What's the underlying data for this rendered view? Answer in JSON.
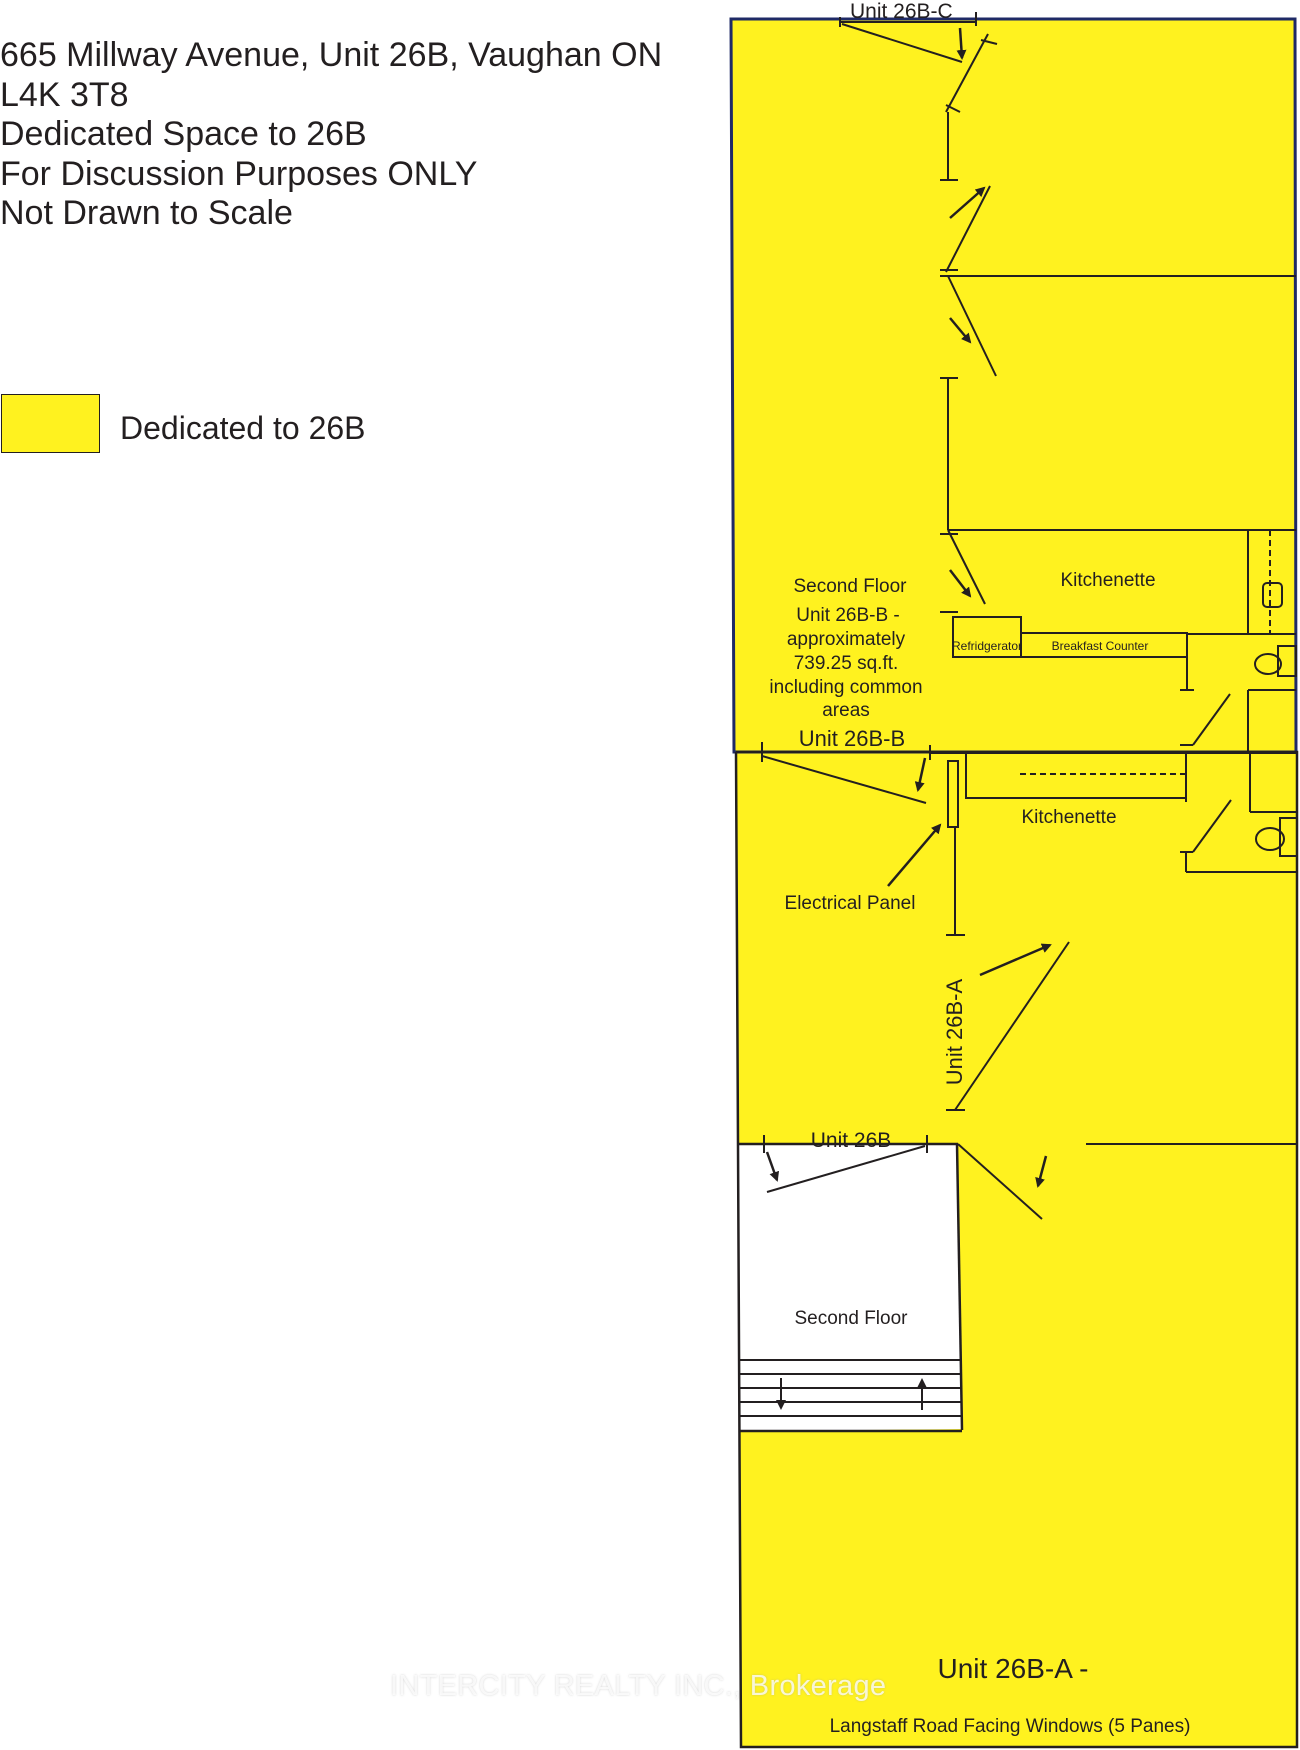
{
  "header": {
    "line1": "665 Millway Avenue, Unit 26B, Vaughan ON",
    "line2": "L4K 3T8",
    "line3": "Dedicated Space to 26B",
    "line4": "For Discussion Purposes ONLY",
    "line5": "Not Drawn to Scale"
  },
  "legend": {
    "label": "Dedicated to 26B",
    "color": "#fff21f"
  },
  "colors": {
    "dedicated": "#fff21f",
    "not_dedicated": "#ffffff",
    "outline": "#1f2a66",
    "lines": "#231f20"
  },
  "labels": {
    "unit_26b_c": "Unit  26B-C",
    "second_floor_b": "Second Floor",
    "unit_26b_b_desc1": "Unit 26B-B -",
    "unit_26b_b_desc2": "approximately",
    "unit_26b_b_desc3": "739.25 sq.ft.",
    "unit_26b_b_desc4": "including common",
    "unit_26b_b_desc5": "areas",
    "kitchenette_upper": "Kitchenette",
    "refrigerator": "Refridgerator",
    "breakfast_counter": "Breakfast Counter",
    "unit_26b_b": "Unit  26B-B",
    "kitchenette_lower": "Kitchenette",
    "electrical_panel": "Electrical Panel",
    "unit_26b_a_vertical": "Unit  26B-A",
    "unit_26b": "Unit  26B",
    "second_floor_stairs": "Second Floor",
    "unit_26b_a": "Unit 26B-A -",
    "windows": "Langstaff Road Facing Windows (5 Panes)"
  },
  "watermark": "INTERCITY REALTY INC., Brokerage"
}
